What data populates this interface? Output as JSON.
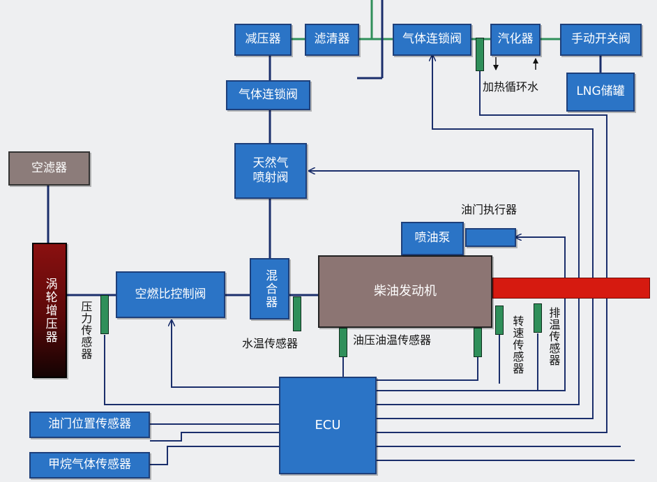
{
  "diagram": {
    "nodes": {
      "pressure_reducer": "减压器",
      "filter": "滤清器",
      "gas_interlock_valve_top": "气体连锁阀",
      "vaporizer": "汽化器",
      "manual_valve": "手动开关阀",
      "lng_tank": "LNG储罐",
      "gas_interlock_valve_mid": "气体连锁阀",
      "gas_injector": "天然气喷射阀",
      "air_filter": "空滤器",
      "turbocharger": "涡轮增压器",
      "air_fuel_valve": "空燃比控制阀",
      "mixer": "混合器",
      "diesel_engine": "柴油发动机",
      "injection_pump": "喷油泵",
      "ecu": "ECU",
      "throttle_position_sensor": "油门位置传感器",
      "methane_sensor": "甲烷气体传感器"
    },
    "labels": {
      "heating_water": "加热循环水",
      "throttle_actuator": "油门执行器",
      "pressure_sensor": "压力传感器",
      "water_temp_sensor": "水温传感器",
      "oil_sensor": "油压油温传感器",
      "speed_sensor": "转速传感器",
      "exhaust_temp_sensor": "排温传感器"
    }
  },
  "colors": {
    "box_fill": "#2b74c6",
    "box_border": "#1d3f7a",
    "engine_fill": "#8c7573",
    "turbo_fill": "#8a1010",
    "sensor_fill": "#2f8f5a",
    "exhaust_fill": "#d61a10",
    "gas_line": "#2f8f5a",
    "signal_line": "#1a2e6b"
  }
}
